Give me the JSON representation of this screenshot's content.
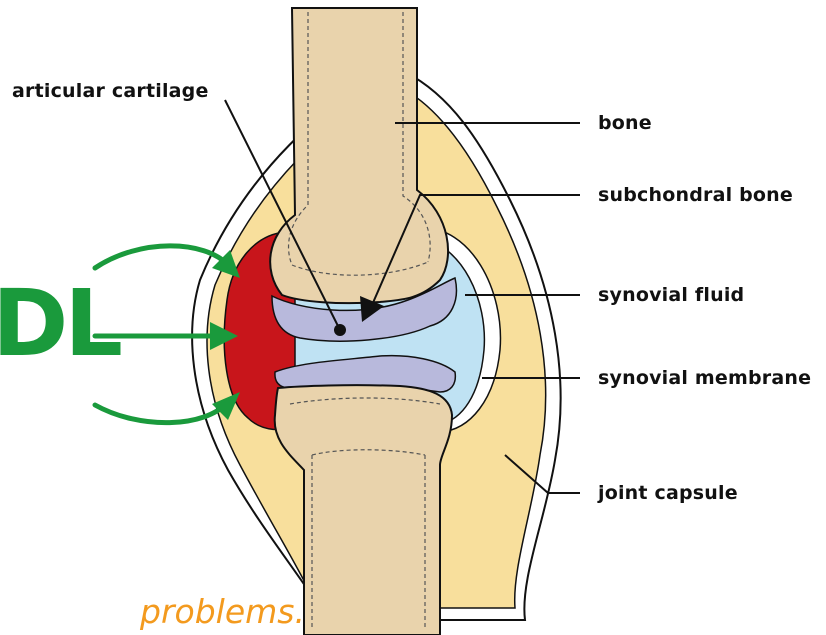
{
  "labels": {
    "articular_cartilage": "articular cartilage",
    "bone": "bone",
    "subchondral_bone": "subchondral bone",
    "synovial_fluid": "synovial fluid",
    "synovial_membrane": "synovial membrane",
    "joint_capsule": "joint capsule"
  },
  "cropped_text": {
    "big_letters": "DL",
    "tagline": "problems."
  },
  "colors": {
    "bone": "#e9d3ac",
    "capsule_fill": "#f8df9c",
    "cartilage": "#b8b9dc",
    "synovial_fluid": "#bfe2f3",
    "inflammation": "#c8151b",
    "arrows": "#1a9a3c",
    "tagline": "#f39a1e"
  },
  "icons": {
    "pointer_arrow": "black-arrowhead",
    "inflammation_arrows": "green-curved-arrow"
  }
}
